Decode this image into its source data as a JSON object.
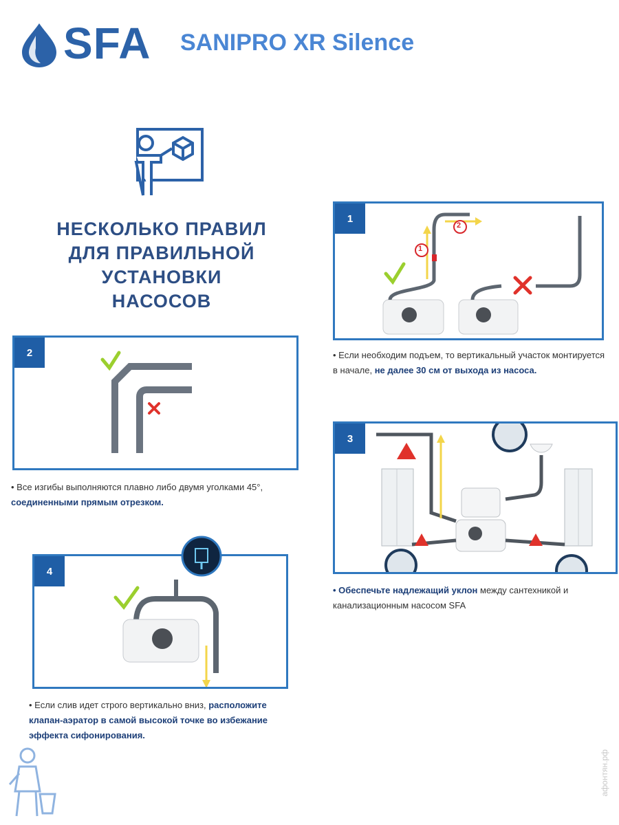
{
  "header": {
    "brand": "SFA",
    "product": "SANIPRO XR Silence"
  },
  "headline": {
    "line1": "НЕСКОЛЬКО ПРАВИЛ",
    "line2": "ДЛЯ ПРАВИЛЬНОЙ",
    "line3": "УСТАНОВКИ",
    "line4": "НАСОСОВ"
  },
  "panels": {
    "p1": {
      "number": "1",
      "step1": "1",
      "step2": "2",
      "caption_prefix": "• Если необходим подъем, то вертикальный участок монтируется в начале, ",
      "caption_bold": "не далее 30 см от выхода из насоса."
    },
    "p2": {
      "number": "2",
      "caption_prefix": "• Все изгибы выполняются плавно либо двумя уголками 45°, ",
      "caption_bold": "соединенными прямым отрезком."
    },
    "p3": {
      "number": "3",
      "caption_bold": "• Обеспечьте надлежащий уклон",
      "caption_suffix": " между сантехникой и канализационным насосом SFA"
    },
    "p4": {
      "number": "4",
      "caption_prefix": "• Если слив идет строго вертикально вниз, ",
      "caption_bold": "расположите клапан-аэратор в самой высокой точке во избежание эффекта сифонирования."
    }
  },
  "watermark": "афонтян.рф",
  "colors": {
    "brand_blue": "#2c62a8",
    "panel_border": "#2f78bf",
    "pipe": "#5d6670",
    "check": "#9bcf2e",
    "cross": "#e0322b",
    "arrow": "#f3d54a"
  }
}
